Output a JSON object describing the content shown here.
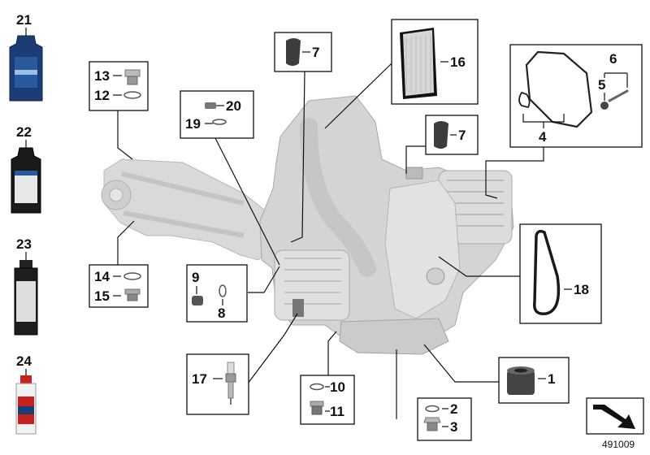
{
  "callouts": {
    "c1": "1",
    "c2": "2",
    "c3": "3",
    "c4": "4",
    "c5": "5",
    "c6": "6",
    "c7a": "7",
    "c7b": "7",
    "c8": "8",
    "c9": "9",
    "c10": "10",
    "c11": "11",
    "c12": "12",
    "c13": "13",
    "c14": "14",
    "c15": "15",
    "c16": "16",
    "c17": "17",
    "c18": "18",
    "c19": "19",
    "c20": "20",
    "c21": "21",
    "c22": "22",
    "c23": "23",
    "c24": "24"
  },
  "catalog_number": "491009",
  "colors": {
    "line": "#111111",
    "engine": "#d4d4d4",
    "engine_shadow": "#a9a9a9",
    "bottle_blue": "#1c3d73",
    "can_red": "#c4211f"
  }
}
